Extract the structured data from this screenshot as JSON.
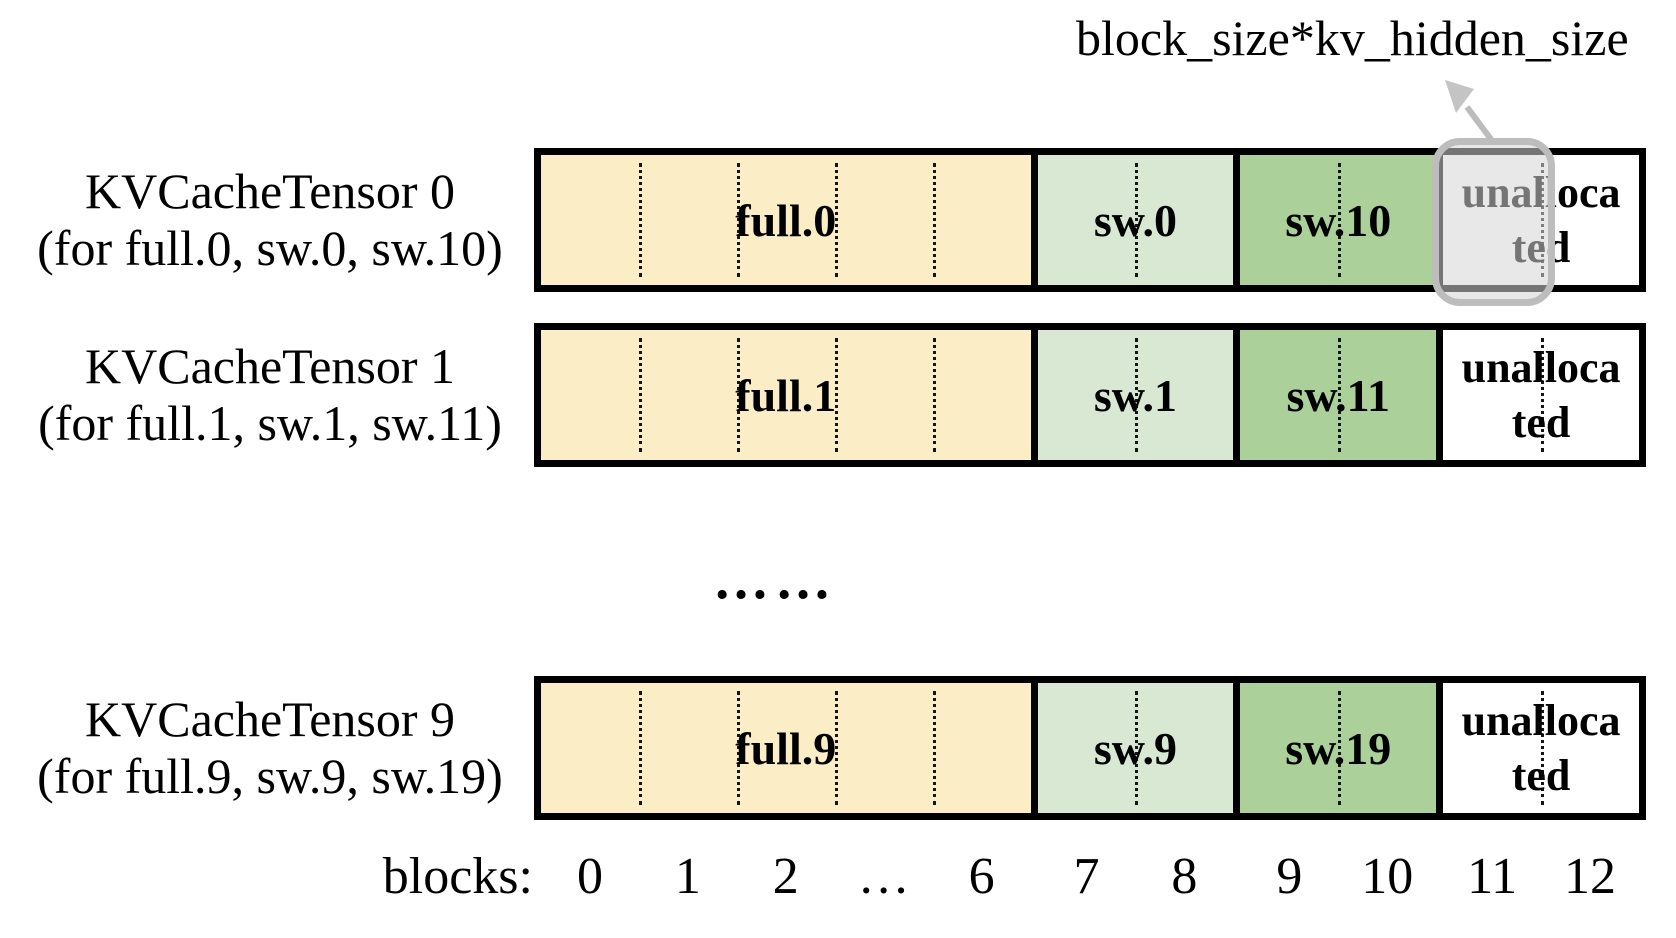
{
  "annotation": {
    "label": "block_size*kv_hidden_size"
  },
  "colors": {
    "full": "#FBEDC6",
    "sw_light": "#D8E8D2",
    "sw_dark": "#ABD09A",
    "unallocated": "#FFFFFF",
    "bar_border": "#000000",
    "highlight_border": "#BDBDBD",
    "highlight_fill": "rgba(213,213,213,0.55)",
    "arrow": "#BCBCBC"
  },
  "rows": [
    {
      "title": "KVCacheTensor 0",
      "subtitle": "(for full.0, sw.0, sw.10)",
      "full_label": "full.0",
      "sw_light_label": "sw.0",
      "sw_dark_label": "sw.10",
      "unallocated_label": "unallocated",
      "unallocated_lines": [
        "unalloca",
        "ted"
      ],
      "highlighted": true
    },
    {
      "title": "KVCacheTensor 1",
      "subtitle": "(for full.1, sw.1, sw.11)",
      "full_label": "full.1",
      "sw_light_label": "sw.1",
      "sw_dark_label": "sw.11",
      "unallocated_label": "unallocated",
      "unallocated_lines": [
        "unalloca",
        "ted"
      ],
      "highlighted": false
    },
    {
      "title": "KVCacheTensor 9",
      "subtitle": "(for full.9, sw.9, sw.19)",
      "full_label": "full.9",
      "sw_light_label": "sw.9",
      "sw_dark_label": "sw.19",
      "unallocated_label": "unallocated",
      "unallocated_lines": [
        "unalloca",
        "ted"
      ],
      "highlighted": false
    }
  ],
  "rows_ellipsis": "……",
  "axis": {
    "label": "blocks:",
    "ticks": {
      "full": [
        "0",
        "1",
        "2",
        "…",
        "6"
      ],
      "sw_light": [
        "7",
        "8"
      ],
      "sw_dark": [
        "9",
        "10"
      ],
      "unallocated": [
        "11",
        "12"
      ]
    }
  }
}
